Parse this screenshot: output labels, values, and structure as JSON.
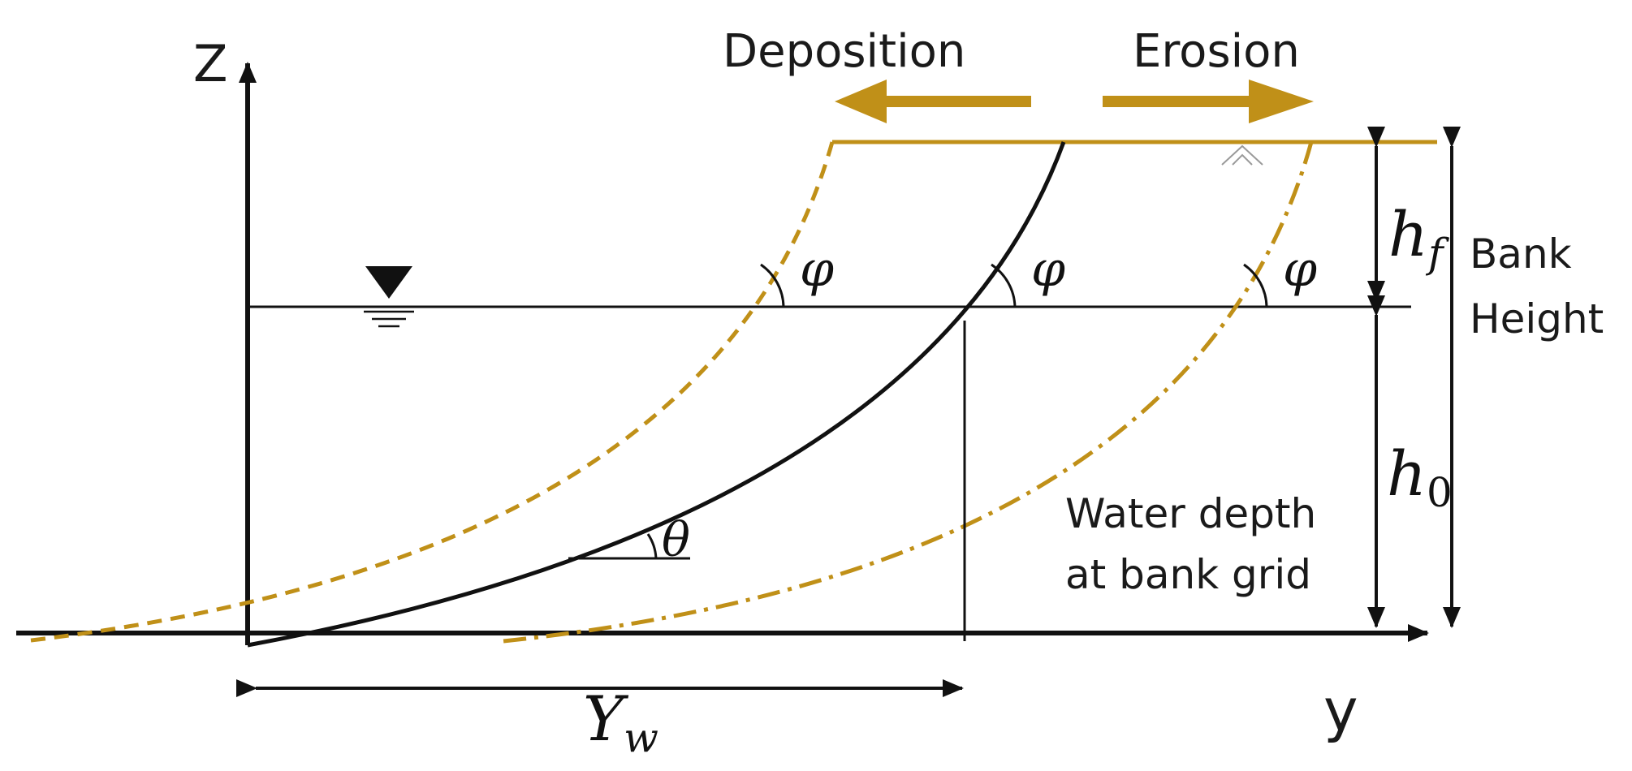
{
  "colors": {
    "gold": "#c09018",
    "black": "#111111",
    "hatch": "#9a9a9a"
  },
  "icons": {
    "water_level": "inverted-triangle-water-surface-icon",
    "arrow_left": "arrow-left-icon",
    "arrow_right": "arrow-right-icon"
  },
  "axes": {
    "z_label": "Z",
    "y_label": "y"
  },
  "labels": {
    "deposition": "Deposition",
    "erosion": "Erosion",
    "hf_main": "h",
    "hf_sub": "f",
    "h0_main": "h",
    "h0_sub": "0",
    "yw_main": "Y",
    "yw_sub": "w",
    "phi": "φ",
    "theta": "θ",
    "bank_height_line1": "Bank",
    "bank_height_line2": "Height",
    "water_depth_line1": "Water depth",
    "water_depth_line2": "at bank grid"
  }
}
